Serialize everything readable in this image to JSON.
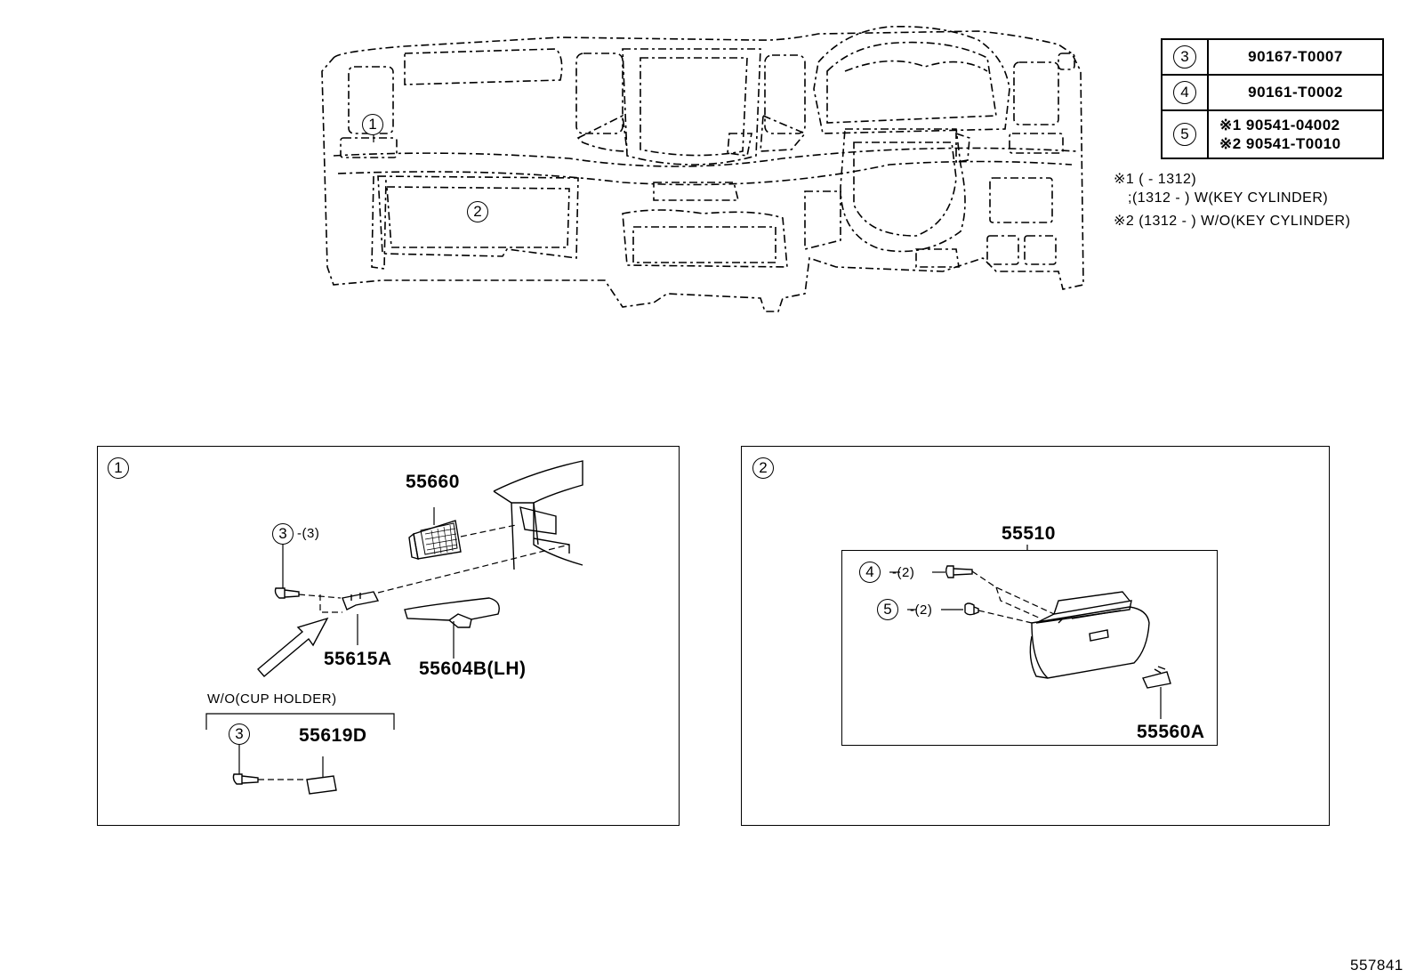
{
  "reference_table": {
    "rows": [
      {
        "key": "3",
        "value": "90167-T0007"
      },
      {
        "key": "4",
        "value": "90161-T0002"
      },
      {
        "key": "5",
        "value_lines": [
          "※1 90541-04002",
          "※2 90541-T0010"
        ]
      }
    ]
  },
  "notes": {
    "line1": "※1 (     - 1312)",
    "line2": ";(1312 -     ) W(KEY CYLINDER)",
    "line3": "※2 (1312 -     ) W/O(KEY CYLINDER)"
  },
  "overview": {
    "callout1": "1",
    "callout2": "2"
  },
  "panel1": {
    "index": "1",
    "parts": {
      "vent": "55660",
      "bracket": "55615A",
      "pocket": "55604B(LH)",
      "clip": "55619D"
    },
    "screw_ref": "3",
    "screw_qty": "-(3)",
    "variant_label": "W/O(CUP HOLDER)",
    "variant_screw_ref": "3"
  },
  "panel2": {
    "index": "2",
    "parts": {
      "glove_box": "55510",
      "latch": "55560A"
    },
    "screw4_ref": "4",
    "screw4_qty": "-(2)",
    "screw5_ref": "5",
    "screw5_qty": "-(2)"
  },
  "footer": {
    "illustration_number": "557841"
  }
}
